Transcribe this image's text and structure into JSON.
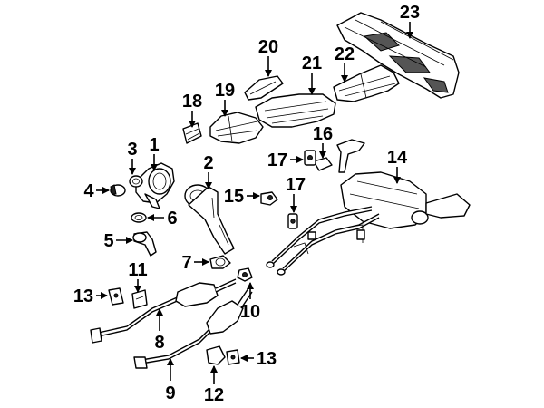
{
  "callouts": {
    "c1": "1",
    "c2": "2",
    "c3": "3",
    "c4": "4",
    "c5": "5",
    "c6": "6",
    "c7": "7",
    "c8": "8",
    "c9": "9",
    "c10": "10",
    "c11": "11",
    "c12": "12",
    "c13a": "13",
    "c13b": "13",
    "c14": "14",
    "c15": "15",
    "c16": "16",
    "c17a": "17",
    "c17b": "17",
    "c18": "18",
    "c19": "19",
    "c20": "20",
    "c21": "21",
    "c22": "22",
    "c23": "23"
  }
}
